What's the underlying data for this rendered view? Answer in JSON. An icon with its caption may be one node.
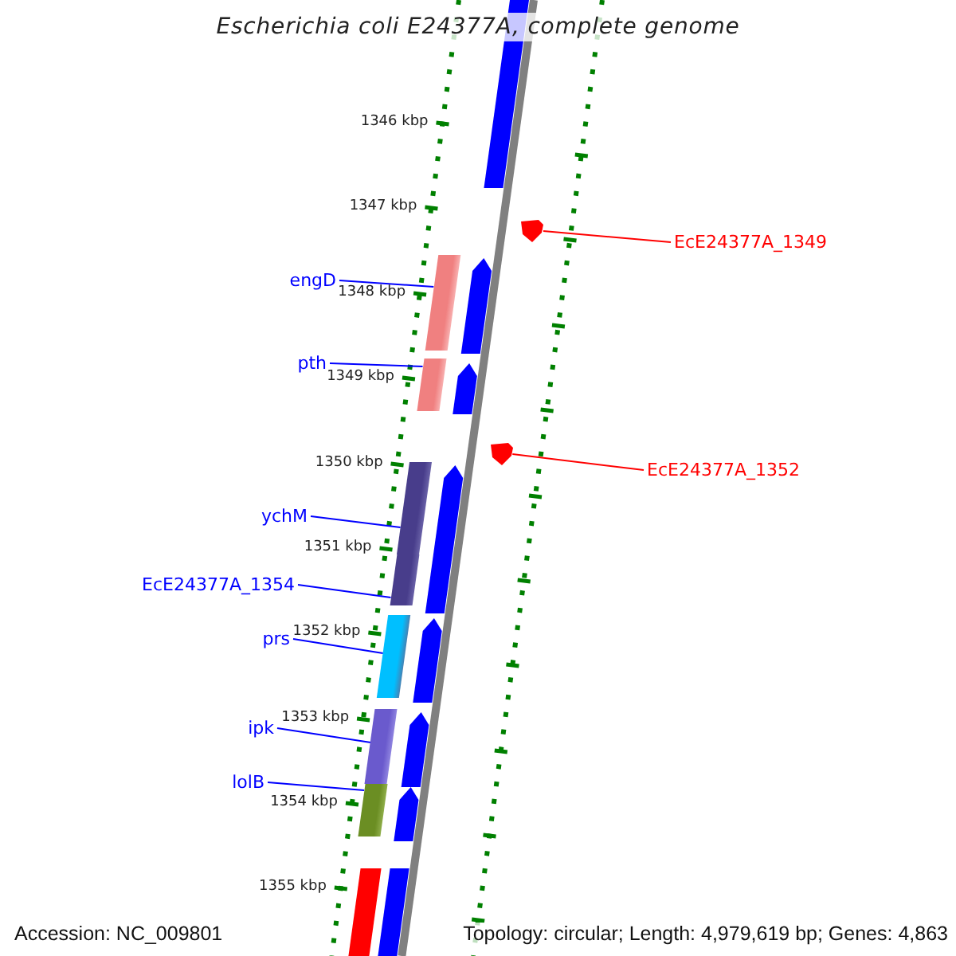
{
  "diagram": {
    "title": "Escherichia coli E24377A, complete genome",
    "nodes": [
      {
        "text": [
          "engD"
        ]
      },
      {
        "text": [],
        "shape": "bar"
      },
      {
        "text": [
          "pth"
        ]
      },
      {
        "text": [],
        "shape": "bar"
      },
      {
        "text": [
          "ychM"
        ]
      },
      {
        "text": [],
        "shape": "bar"
      },
      {
        "text": [
          "EcE24377A_1354"
        ]
      },
      {
        "text": [],
        "shape": "bar"
      },
      {
        "text": [
          "prs"
        ]
      },
      {
        "text": [],
        "shape": "bar"
      },
      {
        "text": [
          "ipk"
        ]
      },
      {
        "text": [],
        "shape": "bar"
      },
      {
        "text": [
          "lolB"
        ]
      },
      {
        "text": [],
        "shape": "bar"
      },
      {
        "text": [
          "EcE24377A_1349"
        ]
      },
      {
        "text": [],
        "shape": "arrow"
      },
      {
        "text": [
          "EcE24377A_1352"
        ]
      },
      {
        "text": [],
        "shape": "arrow"
      }
    ],
    "edges": [
      {
        "from": 0,
        "to": 1,
        "arrow": "none"
      },
      {
        "from": 2,
        "to": 3,
        "arrow": "none"
      },
      {
        "from": 4,
        "to": 5,
        "arrow": "none"
      },
      {
        "from": 6,
        "to": 7,
        "arrow": "none"
      },
      {
        "from": 8,
        "to": 9,
        "arrow": "none"
      },
      {
        "from": 10,
        "to": 11,
        "arrow": "none"
      },
      {
        "from": 12,
        "to": 13,
        "arrow": "none"
      },
      {
        "from": 14,
        "to": 15,
        "arrow": "none",
        "color": "#ff0000"
      },
      {
        "from": 16,
        "to": 17,
        "arrow": "none",
        "color": "#ff0000"
      }
    ],
    "labels": [
      "1346 kbp",
      "1347 kbp",
      "1348 kbp",
      "1349 kbp",
      "1350 kbp",
      "1351 kbp",
      "1352 kbp",
      "1353 kbp",
      "1354 kbp",
      "1355 kbp",
      "Accession: NC_009801",
      "Topology: circular; Length: 4,979,619 bp; Genes: 4,863"
    ]
  }
}
